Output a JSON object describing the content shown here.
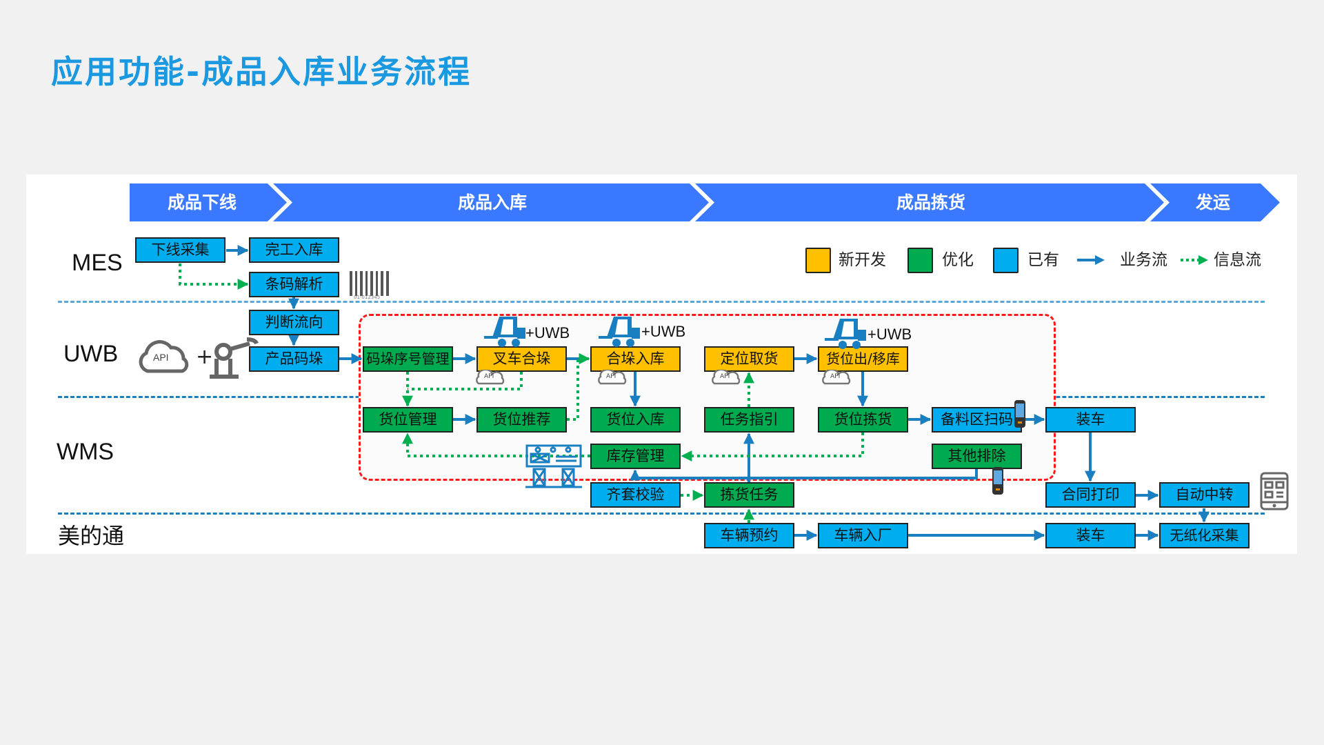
{
  "page": {
    "title": "应用功能-成品入库业务流程"
  },
  "banner": {
    "stages": [
      {
        "label": "成品下线"
      },
      {
        "label": "成品入库"
      },
      {
        "label": "成品拣货"
      },
      {
        "label": "发运"
      }
    ],
    "color": "#3a78ff"
  },
  "lanes": [
    {
      "label": "MES"
    },
    {
      "label": "UWB"
    },
    {
      "label": "WMS"
    },
    {
      "label": "美的通"
    }
  ],
  "legend": {
    "items": [
      {
        "label": "新开发",
        "color": "#ffc000"
      },
      {
        "label": "优化",
        "color": "#00aa4f"
      },
      {
        "label": "已有",
        "color": "#00aeef"
      }
    ],
    "business_flow": "业务流",
    "info_flow": "信息流"
  },
  "icons": {
    "uwb_suffix": "+UWB",
    "api_label": "API",
    "barcode_digits": "01-012345"
  },
  "nodes": {
    "mes_collect": {
      "label": "下线采集",
      "type": "existing"
    },
    "mes_complete": {
      "label": "完工入库",
      "type": "existing"
    },
    "mes_barcode": {
      "label": "条码解析",
      "type": "existing"
    },
    "uwb_flow": {
      "label": "判断流向",
      "type": "existing"
    },
    "uwb_stack": {
      "label": "产品码垛",
      "type": "existing"
    },
    "uwb_seq": {
      "label": "码垛序号管理",
      "type": "optimized"
    },
    "uwb_forklift_merge": {
      "label": "叉车合垛",
      "type": "new"
    },
    "uwb_merge_in": {
      "label": "合垛入库",
      "type": "new"
    },
    "uwb_locate_pick": {
      "label": "定位取货",
      "type": "new"
    },
    "uwb_loc_out": {
      "label": "货位出/移库",
      "type": "new"
    },
    "wms_loc_mgmt": {
      "label": "货位管理",
      "type": "optimized"
    },
    "wms_loc_recommend": {
      "label": "货位推荐",
      "type": "optimized"
    },
    "wms_loc_in": {
      "label": "货位入库",
      "type": "optimized"
    },
    "wms_task_guide": {
      "label": "任务指引",
      "type": "optimized"
    },
    "wms_loc_pick": {
      "label": "货位拣货",
      "type": "optimized"
    },
    "wms_staging_scan": {
      "label": "备料区扫码",
      "type": "existing"
    },
    "wms_load": {
      "label": "装车",
      "type": "existing"
    },
    "wms_inventory": {
      "label": "库存管理",
      "type": "optimized"
    },
    "wms_other_exclude": {
      "label": "其他排除",
      "type": "optimized"
    },
    "wms_kit_check": {
      "label": "齐套校验",
      "type": "existing"
    },
    "wms_pick_task": {
      "label": "拣货任务",
      "type": "optimized"
    },
    "wms_contract_print": {
      "label": "合同打印",
      "type": "existing"
    },
    "wms_auto_transfer": {
      "label": "自动中转",
      "type": "existing"
    },
    "mdt_vehicle_booking": {
      "label": "车辆预约",
      "type": "existing"
    },
    "mdt_vehicle_enter": {
      "label": "车辆入厂",
      "type": "existing"
    },
    "mdt_load": {
      "label": "装车",
      "type": "existing"
    },
    "mdt_paperless": {
      "label": "无纸化采集",
      "type": "existing"
    }
  }
}
